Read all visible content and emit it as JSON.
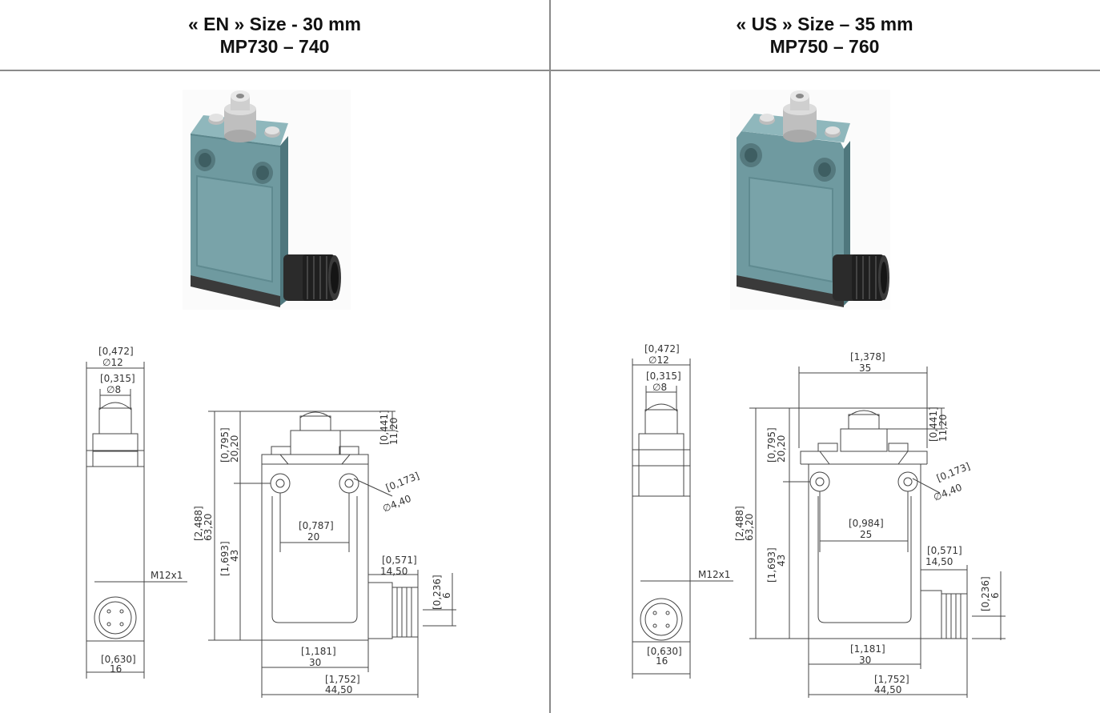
{
  "columns": [
    {
      "title_line1": "« EN » Size - 30 mm",
      "title_line2": "MP730 – 740"
    },
    {
      "title_line1": "« US » Size – 35 mm",
      "title_line2": "MP750 – 760"
    }
  ],
  "left": {
    "d_outer_in": "0,472",
    "d_outer_mm": "∅12",
    "d_inner_in": "0,315",
    "d_inner_mm": "∅8",
    "plunger_in": "0,441",
    "plunger_mm": "11,20",
    "top_hole_in": "0,795",
    "top_hole_mm": "20,20",
    "total_h_in": "2,488",
    "total_h_mm": "63,20",
    "lower_h_in": "1,693",
    "lower_h_mm": "43",
    "hole_d_in": "0,173",
    "hole_d_mm": "∅4,40",
    "hole_spacing_in": "0,787",
    "hole_spacing_mm": "20",
    "thread_label": "M12x1",
    "conn_len_in": "0,571",
    "conn_len_mm": "14,50",
    "conn_off_in": "0,236",
    "conn_off_mm": "6",
    "side_w_in": "0,630",
    "side_w_mm": "16",
    "body_w_in": "1,181",
    "body_w_mm": "30",
    "total_w_in": "1,752",
    "total_w_mm": "44,50"
  },
  "right": {
    "d_outer_in": "0,472",
    "d_outer_mm": "∅12",
    "d_inner_in": "0,315",
    "d_inner_mm": "∅8",
    "top_w_in": "1,378",
    "top_w_mm": "35",
    "plunger_in": "0,441",
    "plunger_mm": "11,20",
    "top_hole_in": "0,795",
    "top_hole_mm": "20,20",
    "total_h_in": "2,488",
    "total_h_mm": "63,20",
    "lower_h_in": "1,693",
    "lower_h_mm": "43",
    "hole_d_in": "0,173",
    "hole_d_mm": "∅4,40",
    "hole_spacing_in": "0,984",
    "hole_spacing_mm": "25",
    "thread_label": "M12x1",
    "conn_len_in": "0,571",
    "conn_len_mm": "14,50",
    "conn_off_in": "0,236",
    "conn_off_mm": "6",
    "side_w_in": "0,630",
    "side_w_mm": "16",
    "body_w_in": "1,181",
    "body_w_mm": "30",
    "total_w_in": "1,752",
    "total_w_mm": "44,50"
  },
  "colors": {
    "body": "#6f9aa0",
    "body_dark": "#4f777d",
    "metal": "#c9c9c9",
    "connector": "#2b2b2b",
    "line": "#444444",
    "divider": "#8a8a8a"
  }
}
